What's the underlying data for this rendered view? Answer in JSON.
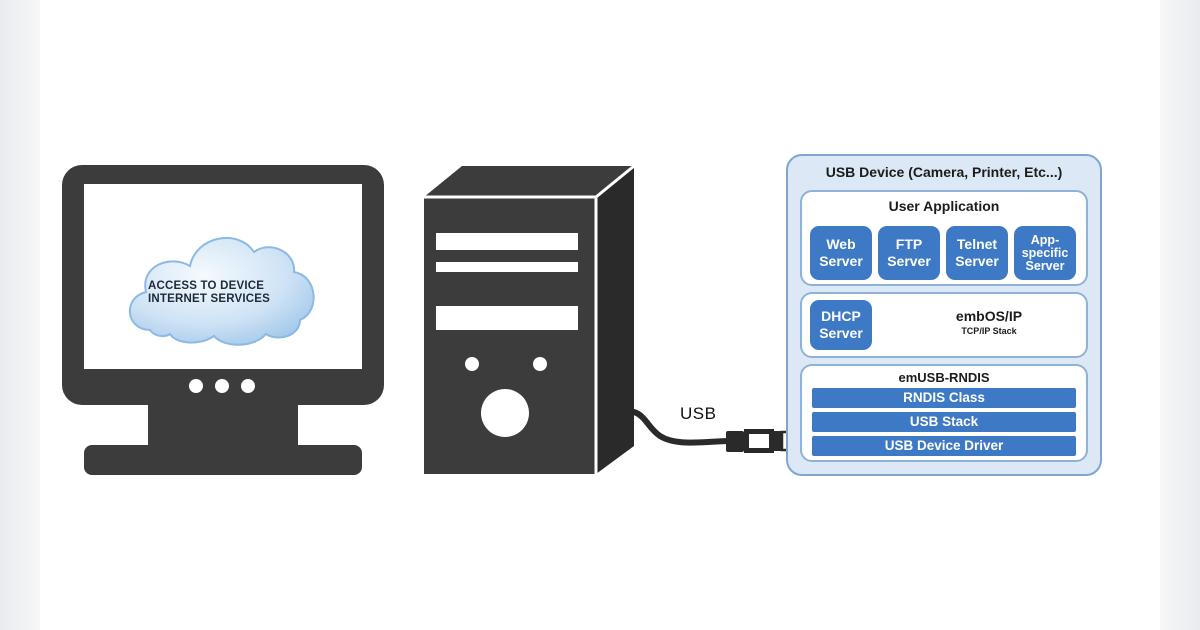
{
  "cloud": {
    "text": "ACCESS TO DEVICE\nINTERNET SERVICES"
  },
  "connector": {
    "label": "USB"
  },
  "device": {
    "title": "USB Device (Camera, Printer, Etc...)",
    "user_application": {
      "title": "User Application",
      "tiles": [
        "Web\nServer",
        "FTP\nServer",
        "Telnet\nServer",
        "App-\nspecific\nServer"
      ]
    },
    "ip_layer": {
      "dhcp": "DHCP\nServer",
      "title": "embOS/IP",
      "subtitle": "TCP/IP Stack"
    },
    "rndis_layer": {
      "title": "emUSB-RNDIS",
      "bars": [
        "RNDIS Class",
        "USB Stack",
        "USB Device Driver"
      ]
    }
  },
  "colors": {
    "hardware": "#3c3c3c",
    "tile_blue": "#3e79c6",
    "panel_bg": "#dce8f5",
    "panel_border": "#7fa6d2",
    "cloud": "#a9ccec"
  }
}
